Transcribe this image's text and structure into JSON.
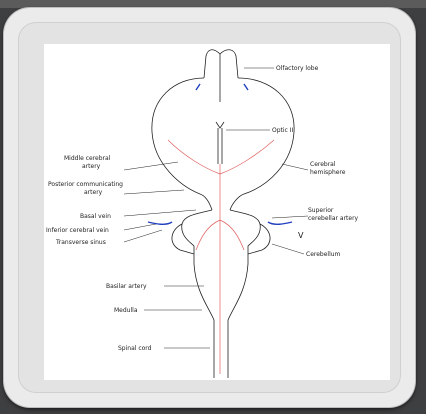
{
  "labels": {
    "olfactory_lobe": "Olfactory lobe",
    "optic": "Optic II",
    "middle_cerebral_artery_1": "Middle cerebral",
    "middle_cerebral_artery_2": "artery",
    "cerebral_hemisphere_1": "Cerebral",
    "cerebral_hemisphere_2": "hemisphere",
    "posterior_communicating_artery_1": "Posterior communicating",
    "posterior_communicating_artery_2": "artery",
    "basal_vein": "Basal vein",
    "superior_cerebellar_artery_1": "Superior",
    "superior_cerebellar_artery_2": "cerebellar artery",
    "inferior_cerebral_vein": "Inferior cerebral vein",
    "v": "V",
    "transverse_sinus": "Transverse sinus",
    "cerebellum": "Cerebellum",
    "basilar_artery": "Basilar artery",
    "medulla": "Medulla",
    "spinal_cord": "Spinal cord"
  },
  "colors": {
    "artery": "#e06060",
    "vein": "#2040c0",
    "outline": "#222222"
  }
}
